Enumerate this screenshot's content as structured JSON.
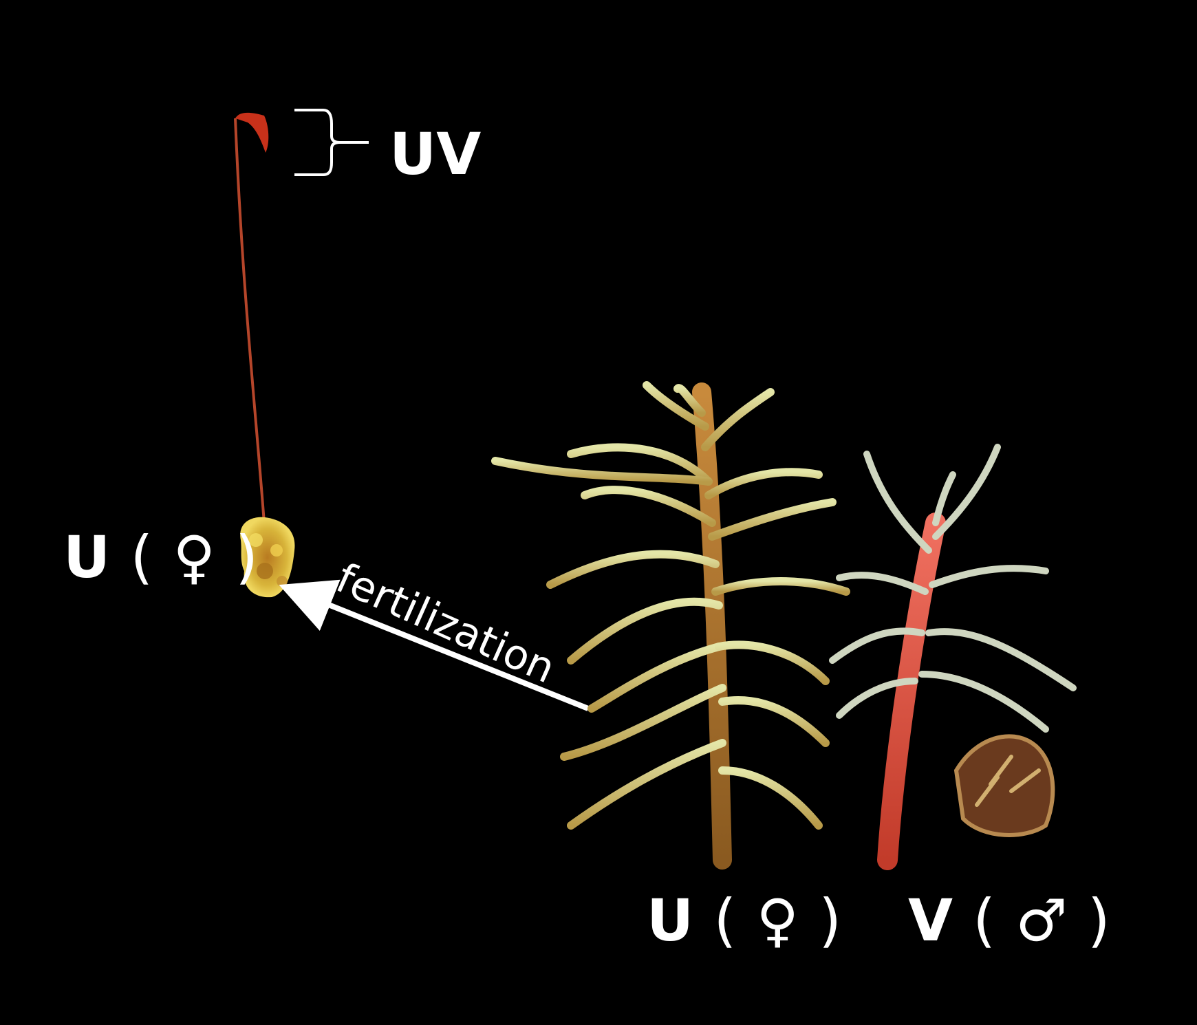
{
  "labels": {
    "uv": "UV",
    "u_left": {
      "letter": "U",
      "open": "(",
      "symbol": "♀",
      "close": ")"
    },
    "u_bottom": {
      "letter": "U",
      "open": "(",
      "symbol": "♀",
      "close": ")"
    },
    "v_bottom": {
      "letter": "V",
      "open": "(",
      "symbol": "♂",
      "close": ")"
    },
    "fertilization": "fertilization"
  },
  "colors": {
    "background": "#000000",
    "text": "#ffffff",
    "seta": "#b5452a",
    "capsule": "#c8311a",
    "gametophore_base": "#c8a52a",
    "female_leaves": "#d9d88c",
    "male_stem": "#e0513e",
    "male_leaves": "#cfd6c0"
  }
}
